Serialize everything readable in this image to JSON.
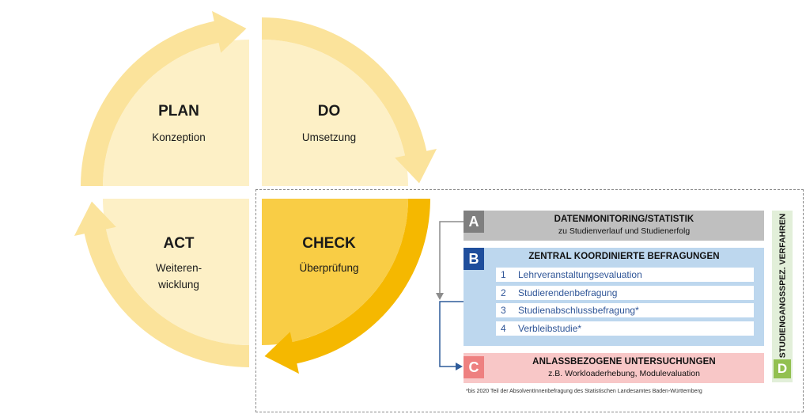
{
  "cycle": {
    "plan": {
      "title": "PLAN",
      "subtitle": "Konzeption"
    },
    "do": {
      "title": "DO",
      "subtitle": "Umsetzung"
    },
    "check": {
      "title": "CHECK",
      "subtitle": "Überprüfung"
    },
    "act": {
      "title": "ACT",
      "subtitle_line1": "Weiteren-",
      "subtitle_line2": "wicklung"
    }
  },
  "box_a": {
    "letter": "A",
    "title": "DATENMONITORING/STATISTIK",
    "subtitle": "zu Studienverlauf und Studienerfolg"
  },
  "box_b": {
    "letter": "B",
    "title": "ZENTRAL KOORDINIERTE BEFRAGUNGEN",
    "items": [
      {
        "num": "1",
        "label": "Lehrveranstaltungsevaluation"
      },
      {
        "num": "2",
        "label": "Studierendenbefragung"
      },
      {
        "num": "3",
        "label": "Studienabschlussbefragung*"
      },
      {
        "num": "4",
        "label": "Verbleibstudie*"
      }
    ]
  },
  "box_c": {
    "letter": "C",
    "title": "ANLASSBEZOGENE UNTERSUCHUNGEN",
    "subtitle": "z.B. Workloaderhebung, Modulevaluation"
  },
  "box_d": {
    "letter": "D",
    "title": "STUDIENGANGSSPEZ. VERFAHREN"
  },
  "footnote": "*bis 2020 Teil der AbsolventInnenbefragung des Statistischen Landesamtes Baden-Württemberg",
  "colors": {
    "quadrant_fill": "#fdf0c6",
    "arrow_light": "#fbe39b",
    "check_fill": "#f9cd45",
    "check_arrow": "#f5b800",
    "box_a": "#bfbfbf",
    "box_b": "#bdd7ee",
    "box_c": "#f8c7c7",
    "box_d": "#e2efd9"
  }
}
